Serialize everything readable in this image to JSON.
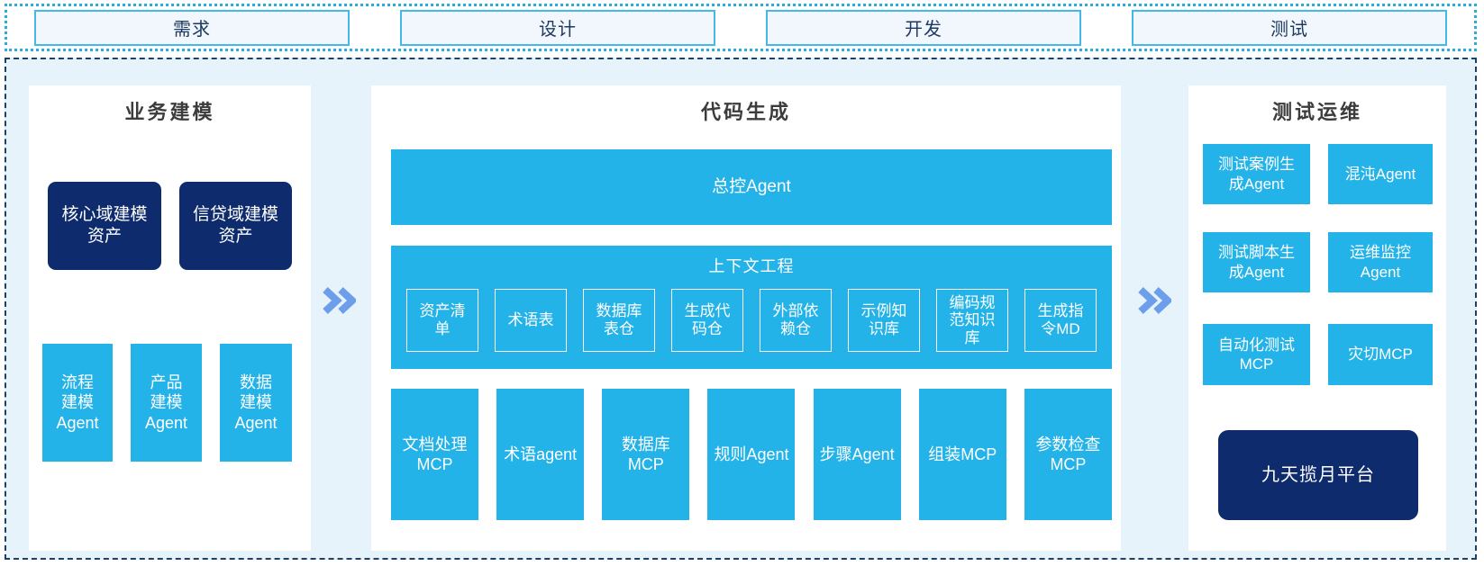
{
  "colors": {
    "cyan": "#23b3e8",
    "navy": "#0e2b6d",
    "chevron": "#6d9eeb",
    "container_bg": "#e6f3fb",
    "container_border": "#1c4268",
    "strip_border": "#2aace2",
    "phase_box_bg": "#f1f7fc",
    "phase_box_border": "#44b8e6"
  },
  "phases": [
    "需求",
    "设计",
    "开发",
    "测试"
  ],
  "sections": {
    "business": {
      "title": "业务建模",
      "assets": [
        "核心域建模\n资产",
        "信贷域建模\n资产"
      ],
      "agents": [
        "流程\n建模\nAgent",
        "产品\n建模\nAgent",
        "数据\n建模\nAgent"
      ]
    },
    "codegen": {
      "title": "代码生成",
      "master_agent": "总控Agent",
      "context": {
        "title": "上下文工程",
        "items": [
          "资产清\n单",
          "术语表",
          "数据库\n表仓",
          "生成代\n码仓",
          "外部依\n赖仓",
          "示例知\n识库",
          "编码规\n范知识\n库",
          "生成指\n令MD"
        ]
      },
      "workers": [
        "文档处理\nMCP",
        "术语agent",
        "数据库\nMCP",
        "规则Agent",
        "步骤Agent",
        "组装MCP",
        "参数检查\nMCP"
      ]
    },
    "testops": {
      "title": "测试运维",
      "boxes": [
        "测试案例生\n成Agent",
        "混沌Agent",
        "测试脚本生\n成Agent",
        "运维监控\nAgent",
        "自动化测试\nMCP",
        "灾切MCP"
      ],
      "platform": "九天揽月平台"
    }
  }
}
